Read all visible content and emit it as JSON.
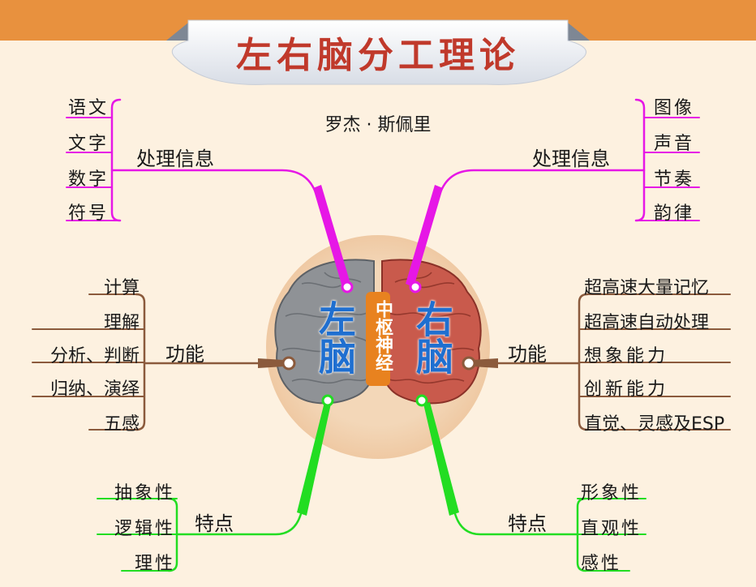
{
  "title": "左右脑分工理论",
  "author": "罗杰 · 斯佩里",
  "center": {
    "left": "左脑",
    "right": "右脑",
    "middle": "中枢神经"
  },
  "left": {
    "process": {
      "header": "处理信息",
      "items": [
        "语文",
        "文字",
        "数字",
        "符号"
      ]
    },
    "function": {
      "header": "功能",
      "items": [
        "计算",
        "理解",
        "分析、判断",
        "归纳、演绎",
        "五感"
      ]
    },
    "trait": {
      "header": "特点",
      "items": [
        "抽象性",
        "逻辑性",
        "理性"
      ]
    }
  },
  "right": {
    "process": {
      "header": "处理信息",
      "items": [
        "图像",
        "声音",
        "节奏",
        "韵律"
      ]
    },
    "function": {
      "header": "功能",
      "items": [
        "超高速大量记忆",
        "超高速自动处理",
        "想象能力",
        "创新能力",
        "直觉、灵感及ESP"
      ]
    },
    "trait": {
      "header": "特点",
      "items": [
        "形象性",
        "直观性",
        "感性"
      ]
    }
  },
  "colors": {
    "process": "#e617e6",
    "function": "#8b5a3c",
    "trait": "#22dd22",
    "left_brain": "#8f9296",
    "right_brain": "#c95a4c",
    "center": "#e8821f",
    "title": "#c0392b",
    "banner_top": "#e8913e"
  }
}
